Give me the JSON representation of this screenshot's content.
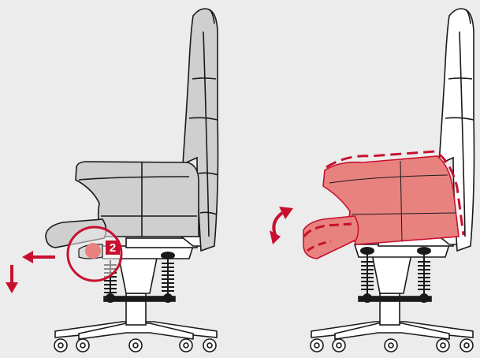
{
  "diagram": {
    "step_badge": "2",
    "colors": {
      "background": "#ececec",
      "accent": "#c8102e",
      "accent_fill": "#e8827f",
      "seat_grey": "#cfcfcf",
      "line": "#1a1a1a",
      "white": "#ffffff"
    },
    "panels": [
      {
        "name": "tilt-lever-release",
        "icons": [
          "arrow-left-icon",
          "arrow-down-icon"
        ]
      },
      {
        "name": "seat-tilt-motion",
        "icons": [
          "rotate-arrows-icon"
        ]
      }
    ]
  }
}
